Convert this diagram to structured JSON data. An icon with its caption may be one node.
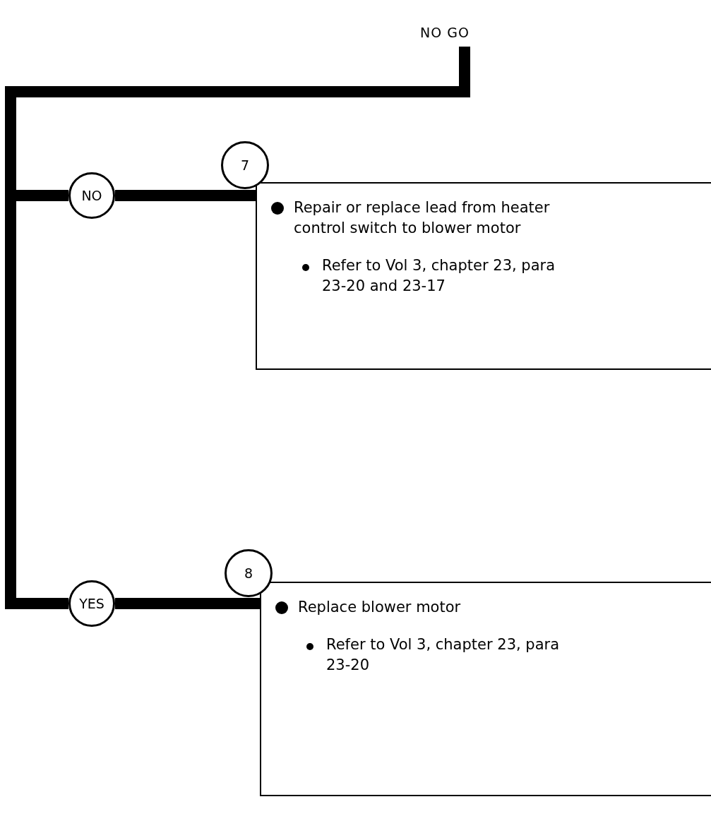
{
  "diagram": {
    "nodes": [
      {
        "text": [
          "NO GO"
        ]
      },
      {
        "text": [
          "NO"
        ]
      },
      {
        "text": [
          "7"
        ]
      },
      {
        "text": [
          "Repair or replace lead from heater control switch to blower motor",
          "Refer to Vol 3, chapter 23, para 23-20 and 23-17"
        ]
      },
      {
        "text": [
          "YES"
        ]
      },
      {
        "text": [
          "8"
        ]
      },
      {
        "text": [
          "Replace blower motor",
          "Refer to Vol 3, chapter 23, para 23-20"
        ]
      }
    ],
    "edges": [
      {
        "from": 0,
        "to": 1,
        "arrow": "none"
      },
      {
        "from": 0,
        "to": 4,
        "arrow": "none"
      },
      {
        "from": 1,
        "to": 3,
        "arrow": "none"
      },
      {
        "from": 4,
        "to": 6,
        "arrow": "none"
      }
    ]
  }
}
